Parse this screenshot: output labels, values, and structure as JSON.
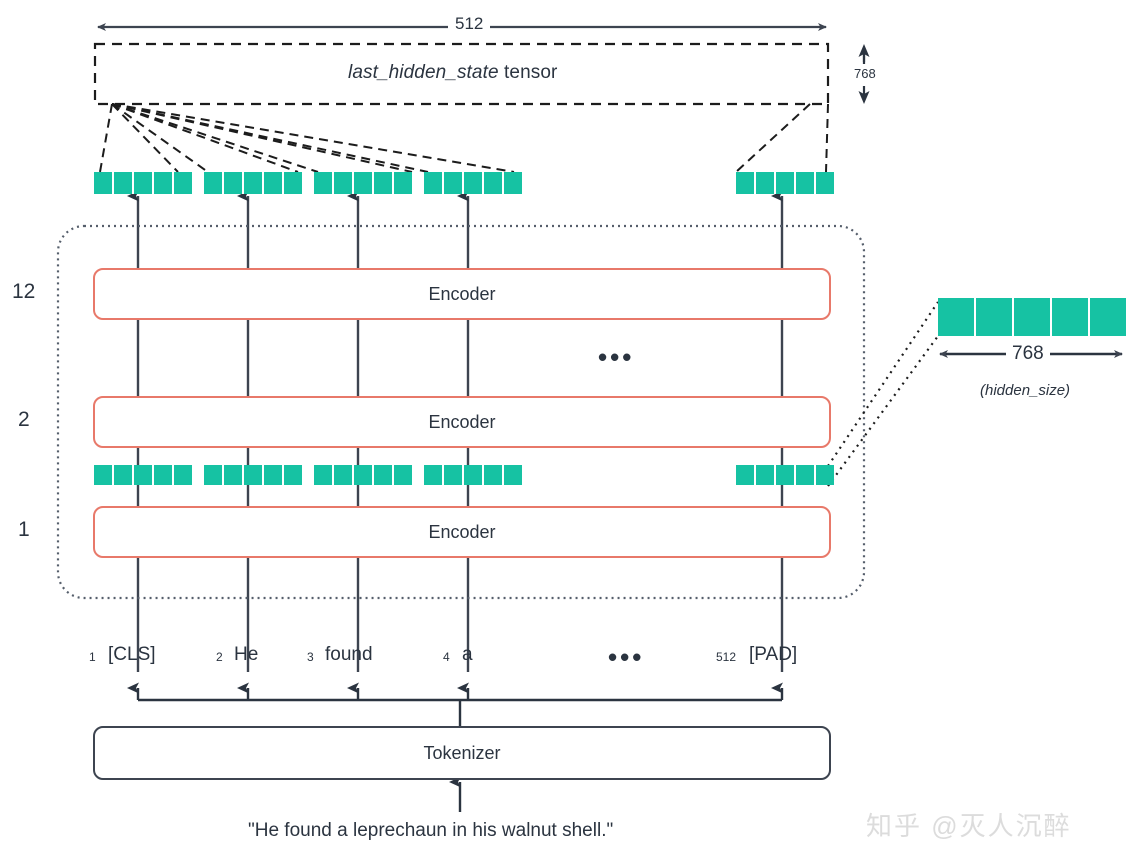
{
  "diagram": {
    "title": "BERT last_hidden_state tensor diagram",
    "tensor": {
      "label_italic": "last_hidden_state",
      "label_rest": " tensor",
      "width_dim": "512",
      "height_dim": "768"
    },
    "layers": [
      {
        "number": "12",
        "box_label": "Encoder"
      },
      {
        "number": "2",
        "box_label": "Encoder"
      },
      {
        "number": "1",
        "box_label": "Encoder"
      }
    ],
    "stack_ellipsis": "•••",
    "tokens": [
      {
        "index": "1",
        "text": "[CLS]"
      },
      {
        "index": "2",
        "text": "He"
      },
      {
        "index": "3",
        "text": "found"
      },
      {
        "index": "4",
        "text": "a"
      },
      {
        "index": "512",
        "text": "[PAD]"
      }
    ],
    "tokens_ellipsis": "•••",
    "tokenizer_label": "Tokenizer",
    "input_sentence": "\"He found a leprechaun in his walnut shell.\"",
    "hidden_vector": {
      "dim": "768",
      "caption": "(hidden_size)",
      "cells": 5
    },
    "cells_per_block": 5,
    "watermark": "知乎 @灭人沉醉",
    "colors": {
      "teal": "#16c2a3",
      "encoder_border": "#e8796a",
      "line": "#3d4450",
      "text": "#2b3440",
      "watermark": "#dcdcdc"
    }
  }
}
